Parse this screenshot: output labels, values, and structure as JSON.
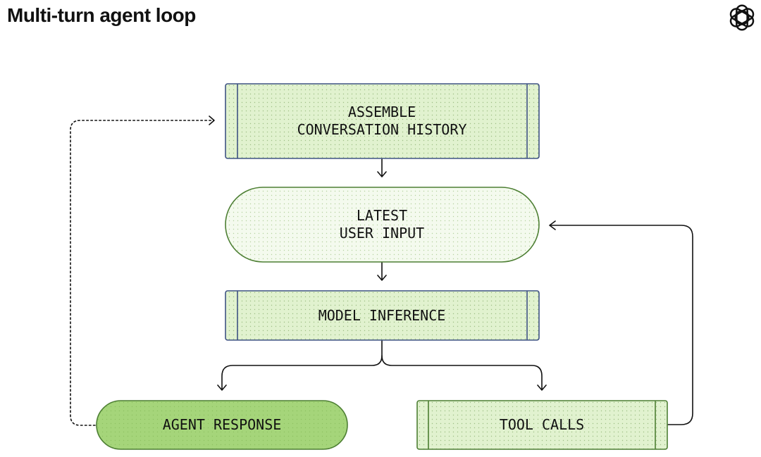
{
  "title": "Multi-turn agent loop",
  "nodes": {
    "assemble": {
      "lines": [
        "ASSEMBLE",
        "CONVERSATION HISTORY"
      ]
    },
    "latest_input": {
      "lines": [
        "LATEST",
        "USER INPUT"
      ]
    },
    "model_inference": {
      "lines": [
        "MODEL INFERENCE"
      ]
    },
    "agent_response": {
      "lines": [
        "AGENT RESPONSE"
      ]
    },
    "tool_calls": {
      "lines": [
        "TOOL CALLS"
      ]
    }
  },
  "colors": {
    "light_fill": "#e1f2cf",
    "pill_fill": "#f4faee",
    "solid_fill": "#a5d57a",
    "process_stroke": "#3f5384",
    "pill_stroke": "#4d7f33",
    "arrow": "#111111"
  },
  "icons": {
    "logo": "openai-logo-icon"
  }
}
